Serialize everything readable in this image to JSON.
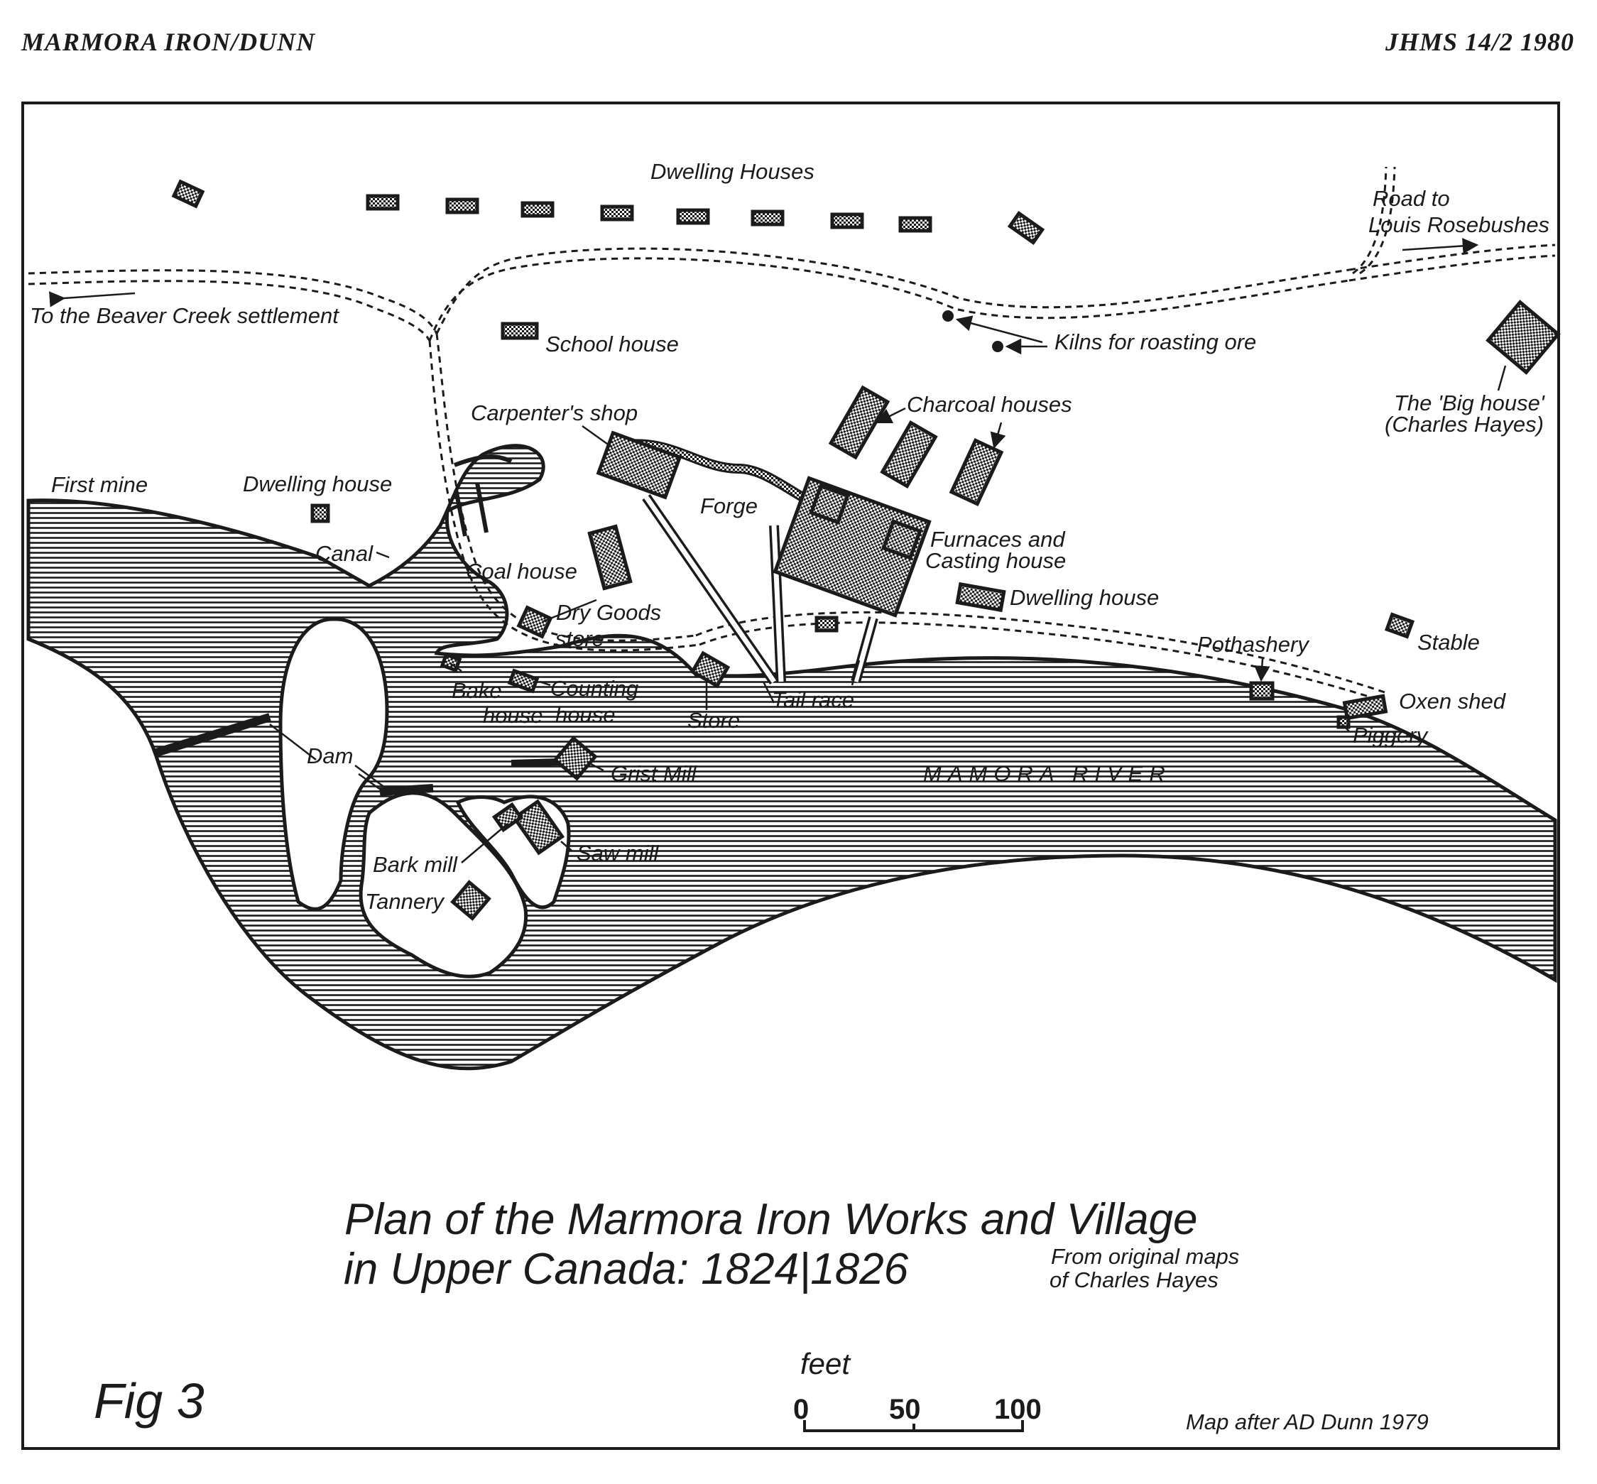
{
  "header": {
    "left": "MARMORA IRON/DUNN",
    "right": "JHMS 14/2 1980"
  },
  "map": {
    "labels": {
      "dwelling_houses": "Dwelling Houses",
      "road_to_1": "Road to",
      "road_to_2": "Louis Rosebushes",
      "beaver_creek": "To the Beaver Creek settlement",
      "school_house": "School house",
      "kilns": "Kilns for roasting ore",
      "carpenters_shop": "Carpenter's shop",
      "charcoal_houses": "Charcoal houses",
      "big_house_1": "The 'Big house'",
      "big_house_2": "(Charles Hayes)",
      "first_mine": "First mine",
      "dwelling_house_w": "Dwelling house",
      "forge": "Forge",
      "furnaces_1": "Furnaces and",
      "furnaces_2": "Casting house",
      "canal": "Canal",
      "coal_house": "Coal house",
      "dry_goods_1": "Dry Goods",
      "dry_goods_2": "store",
      "dwelling_house_e": "Dwelling house",
      "pothashery": "Pothashery",
      "stable": "Stable",
      "bake_1": "Bake",
      "bake_2": "house",
      "counting_1": "Counting",
      "counting_2": "house",
      "store": "Store",
      "tail_race": "Tail race",
      "oxen_shed": "Oxen shed",
      "piggery": "Piggery",
      "dam": "Dam",
      "grist_mill": "Grist Mill",
      "river": "MAMORA RIVER",
      "bark_mill": "Bark mill",
      "saw_mill": "Saw mill",
      "tannery": "Tannery"
    },
    "title_line1": "Plan of the Marmora Iron Works and Village",
    "title_line2": "in Upper Canada: 1824|1826",
    "source_1": "From original maps",
    "source_2": "of Charles Hayes",
    "figure": "Fig 3",
    "scale": {
      "unit": "feet",
      "ticks": [
        "0",
        "50",
        "100"
      ]
    },
    "credit": "Map after AD Dunn 1979"
  }
}
